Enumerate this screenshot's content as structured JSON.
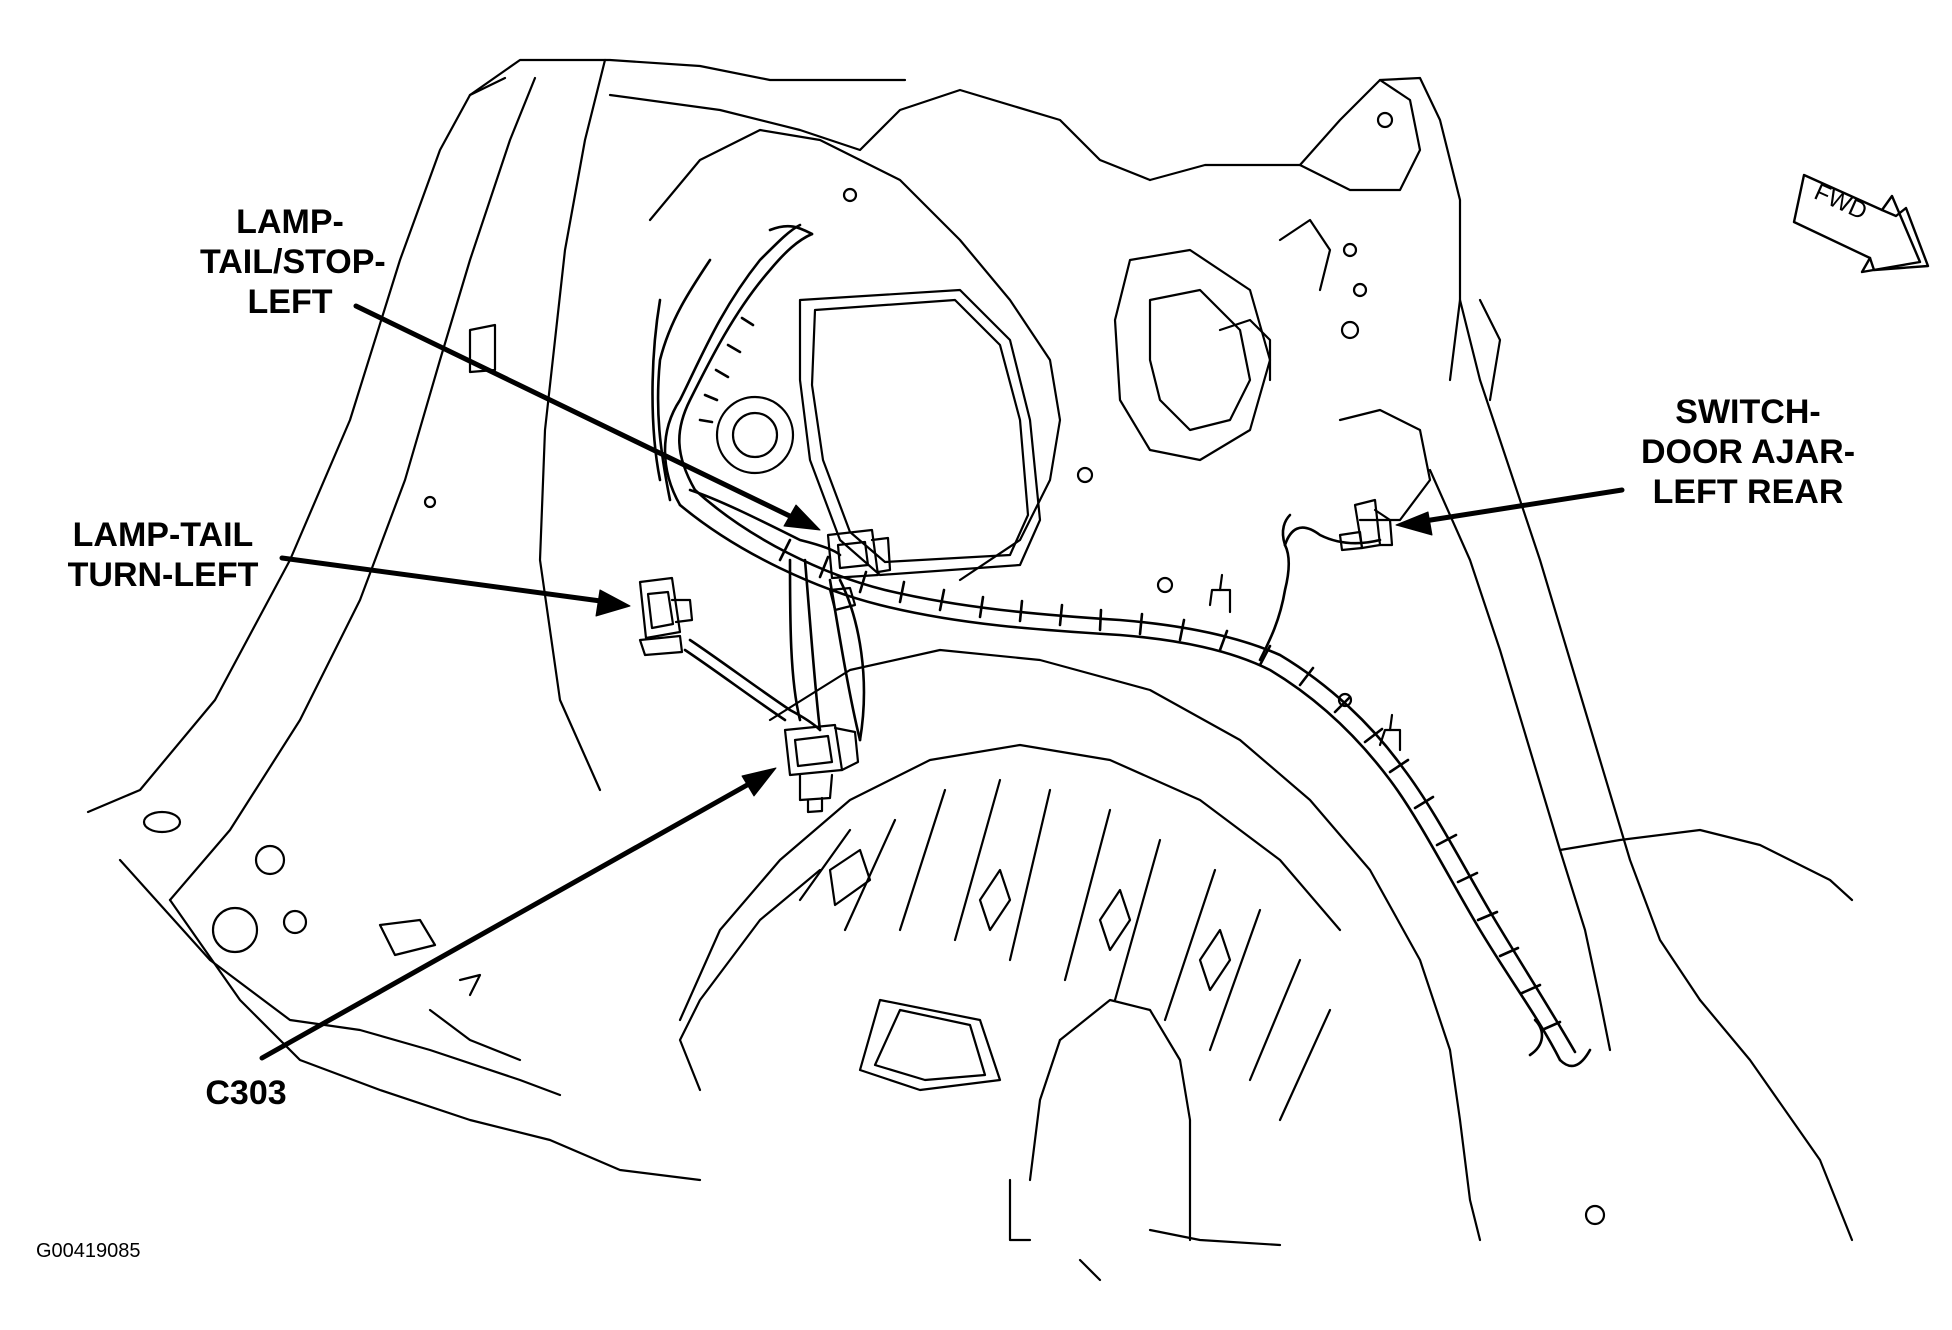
{
  "callouts": {
    "tail_stop": [
      "LAMP-",
      "TAIL/STOP-",
      "LEFT"
    ],
    "tail_turn": [
      "LAMP-TAIL",
      "TURN-LEFT"
    ],
    "door_ajar": [
      "SWITCH-",
      "DOOR AJAR-",
      "LEFT REAR"
    ],
    "connector": "C303"
  },
  "direction_arrow": {
    "label": "FWD"
  },
  "figure_id": "G00419085"
}
